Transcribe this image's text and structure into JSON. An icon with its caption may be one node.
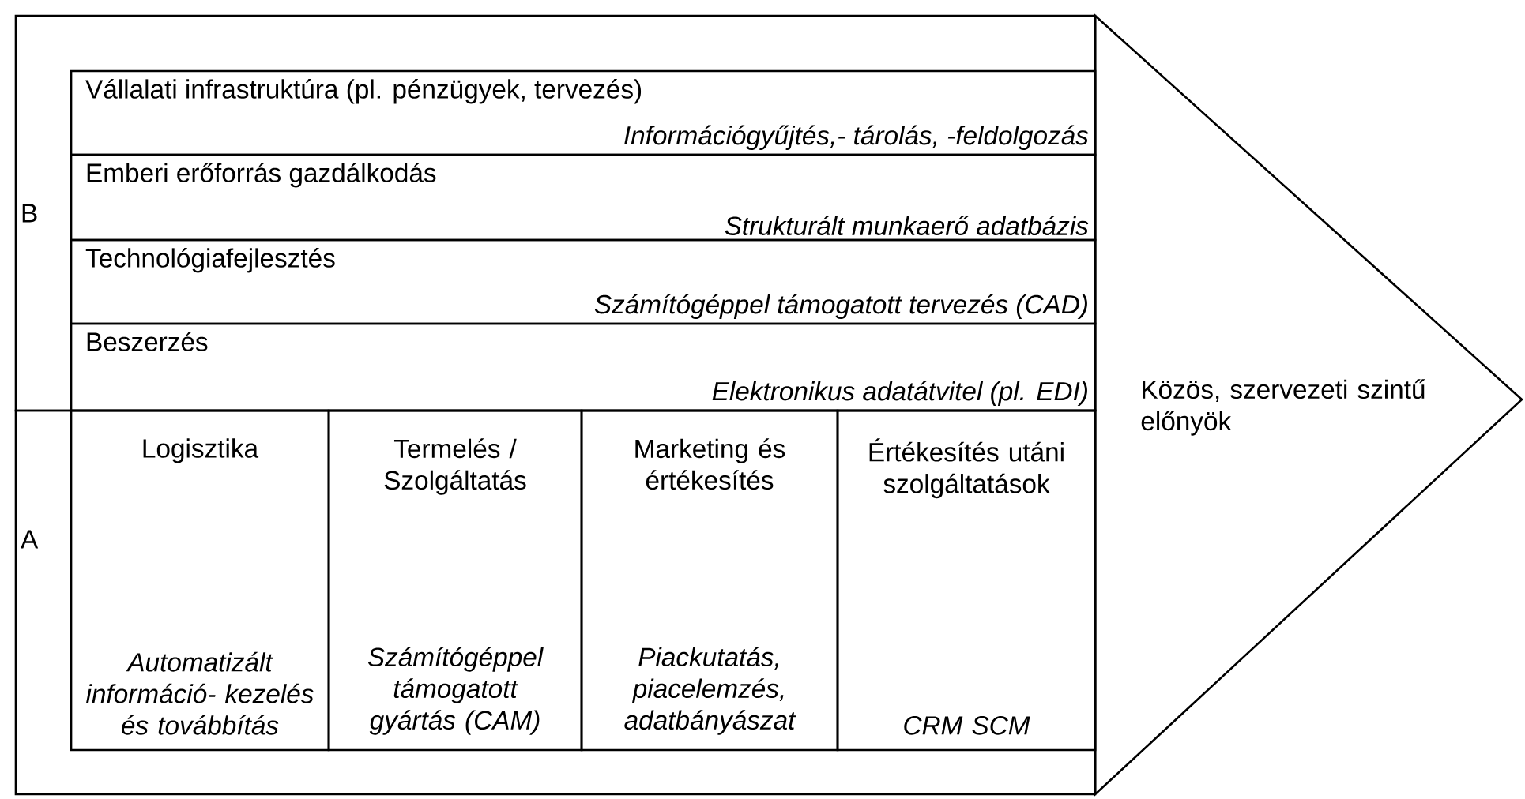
{
  "diagram": {
    "nodes": [
      {
        "text": [
          "B"
        ]
      },
      {
        "text": [
          "A"
        ]
      },
      {
        "text": [
          "Vállalati infrastruktúra (pl. pénzügyek, tervezés)",
          "Információgyűjtés,- tárolás, -feldolgozás"
        ],
        "in": 0
      },
      {
        "text": [
          "Emberi erőforrás gazdálkodás",
          "Strukturált munkaerő adatbázis"
        ],
        "in": 0
      },
      {
        "text": [
          "Technológiafejlesztés",
          "Számítógéppel támogatott tervezés (CAD)"
        ],
        "in": 0
      },
      {
        "text": [
          "Beszerzés",
          "Elektronikus adatátvitel (pl. EDI)"
        ],
        "in": 0
      },
      {
        "text": [
          "Logisztika",
          "Automatizált információ- kezelés és továbbítás"
        ],
        "in": 1
      },
      {
        "text": [
          "Termelés / Szolgáltatás",
          "Számítógéppel támogatott gyártás (CAM)"
        ],
        "in": 1
      },
      {
        "text": [
          "Marketing és értékesítés",
          "Piackutatás, piacelemzés, adatbányászat"
        ],
        "in": 1
      },
      {
        "text": [
          "Értékesítés utáni szolgáltatások",
          "CRM SCM"
        ],
        "in": 1
      },
      {
        "text": [
          "Közös, szervezeti szintű előnyök"
        ]
      }
    ]
  }
}
